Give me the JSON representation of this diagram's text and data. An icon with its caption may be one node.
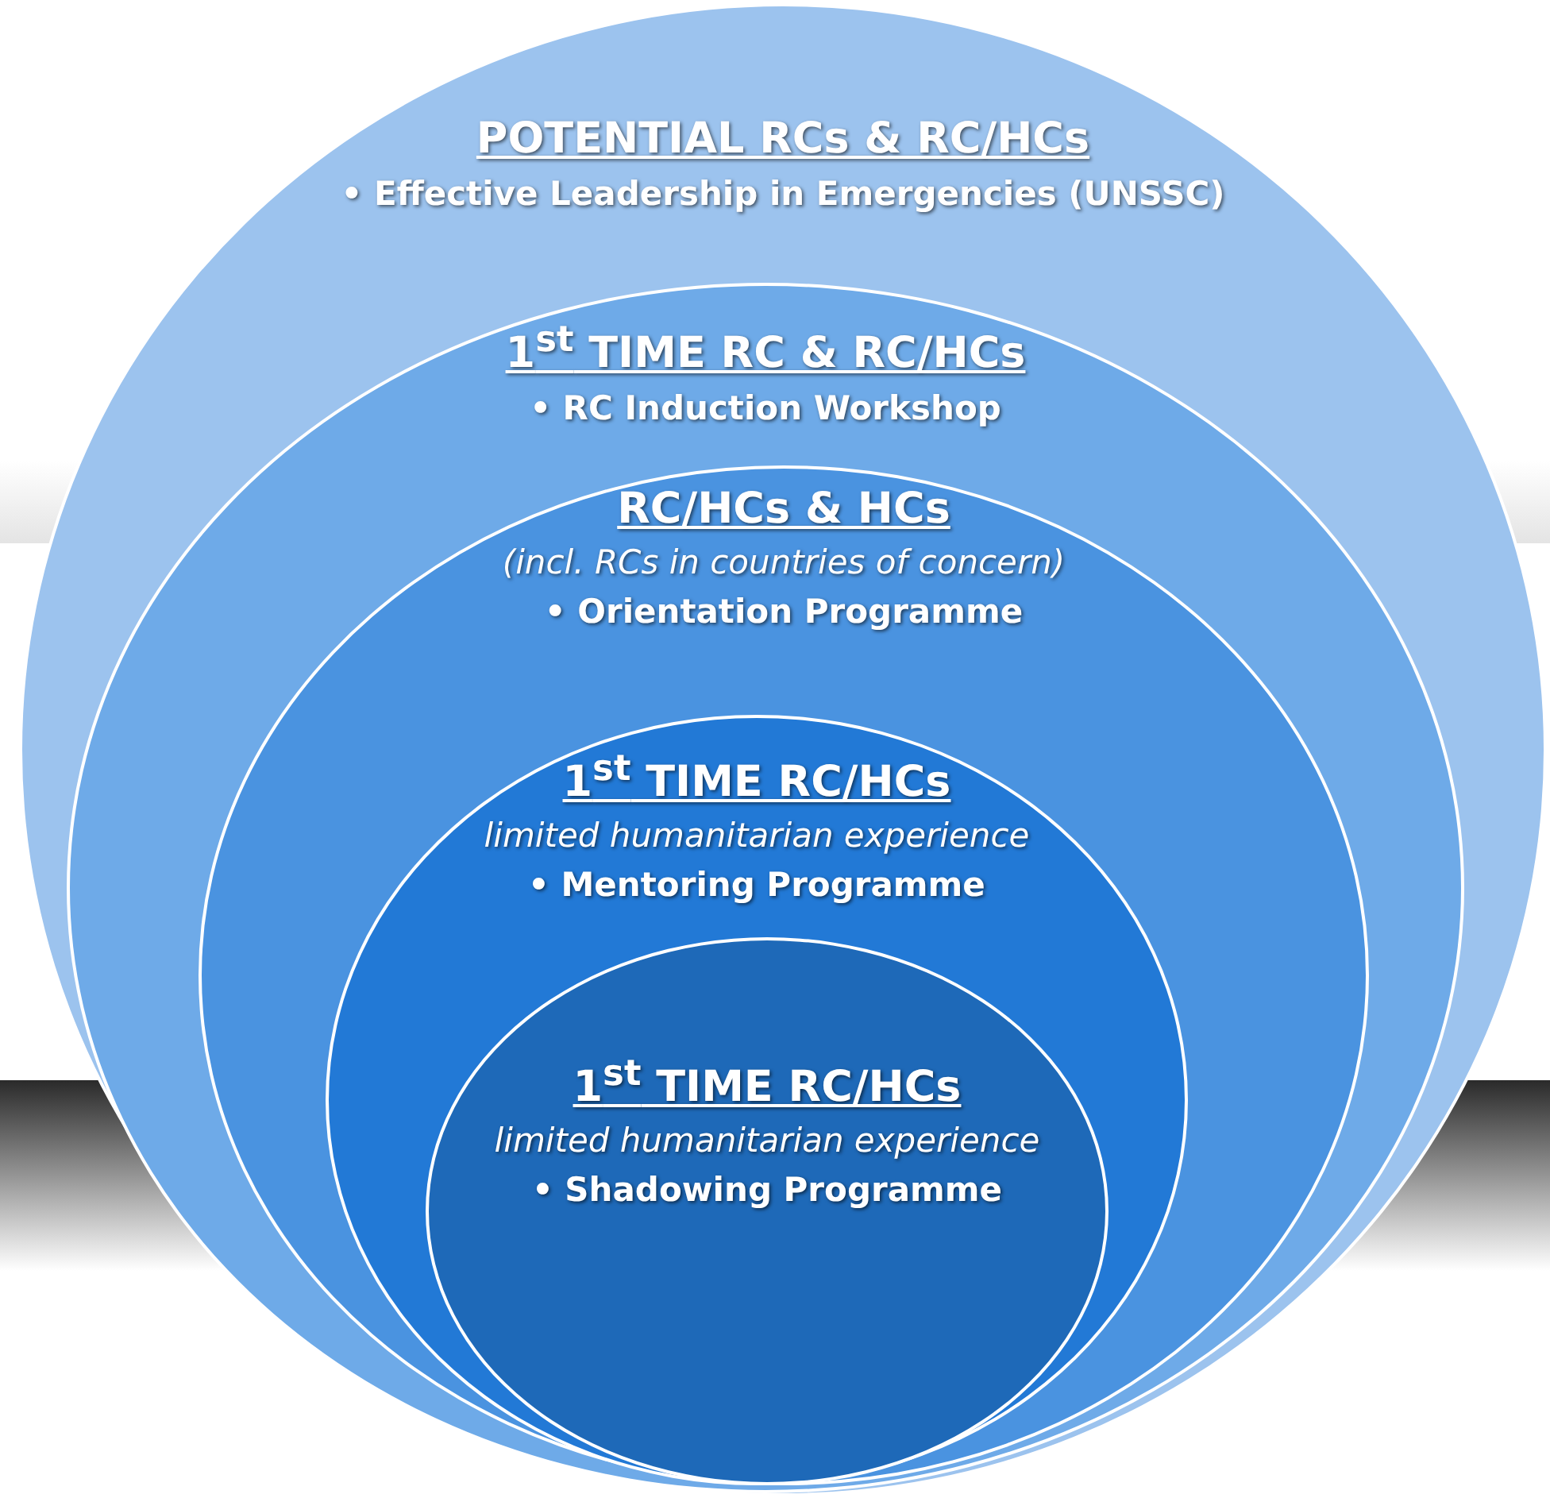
{
  "diagram": {
    "nodes": [
      {
        "text": [
          "POTENTIAL RCs & RC/HCs",
          "• Effective Leadership in Emergencies (UNSSC)"
        ]
      },
      {
        "text": [
          "1$^{st}$ TIME RC & RC/HCs",
          "• RC Induction Workshop"
        ],
        "in": 0
      },
      {
        "text": [
          "RC/HCs & HCs",
          "(incl. RCs in countries of concern)",
          "• Orientation Programme"
        ],
        "in": 1
      },
      {
        "text": [
          "1$^{st}$ TIME RC/HCs",
          "limited humanitarian experience",
          "• Mentoring Programme"
        ],
        "in": 2
      },
      {
        "text": [
          "1$^{st}$ TIME RC/HCs",
          "limited humanitarian experience",
          "• Shadowing Programme"
        ],
        "in": 3
      }
    ]
  }
}
